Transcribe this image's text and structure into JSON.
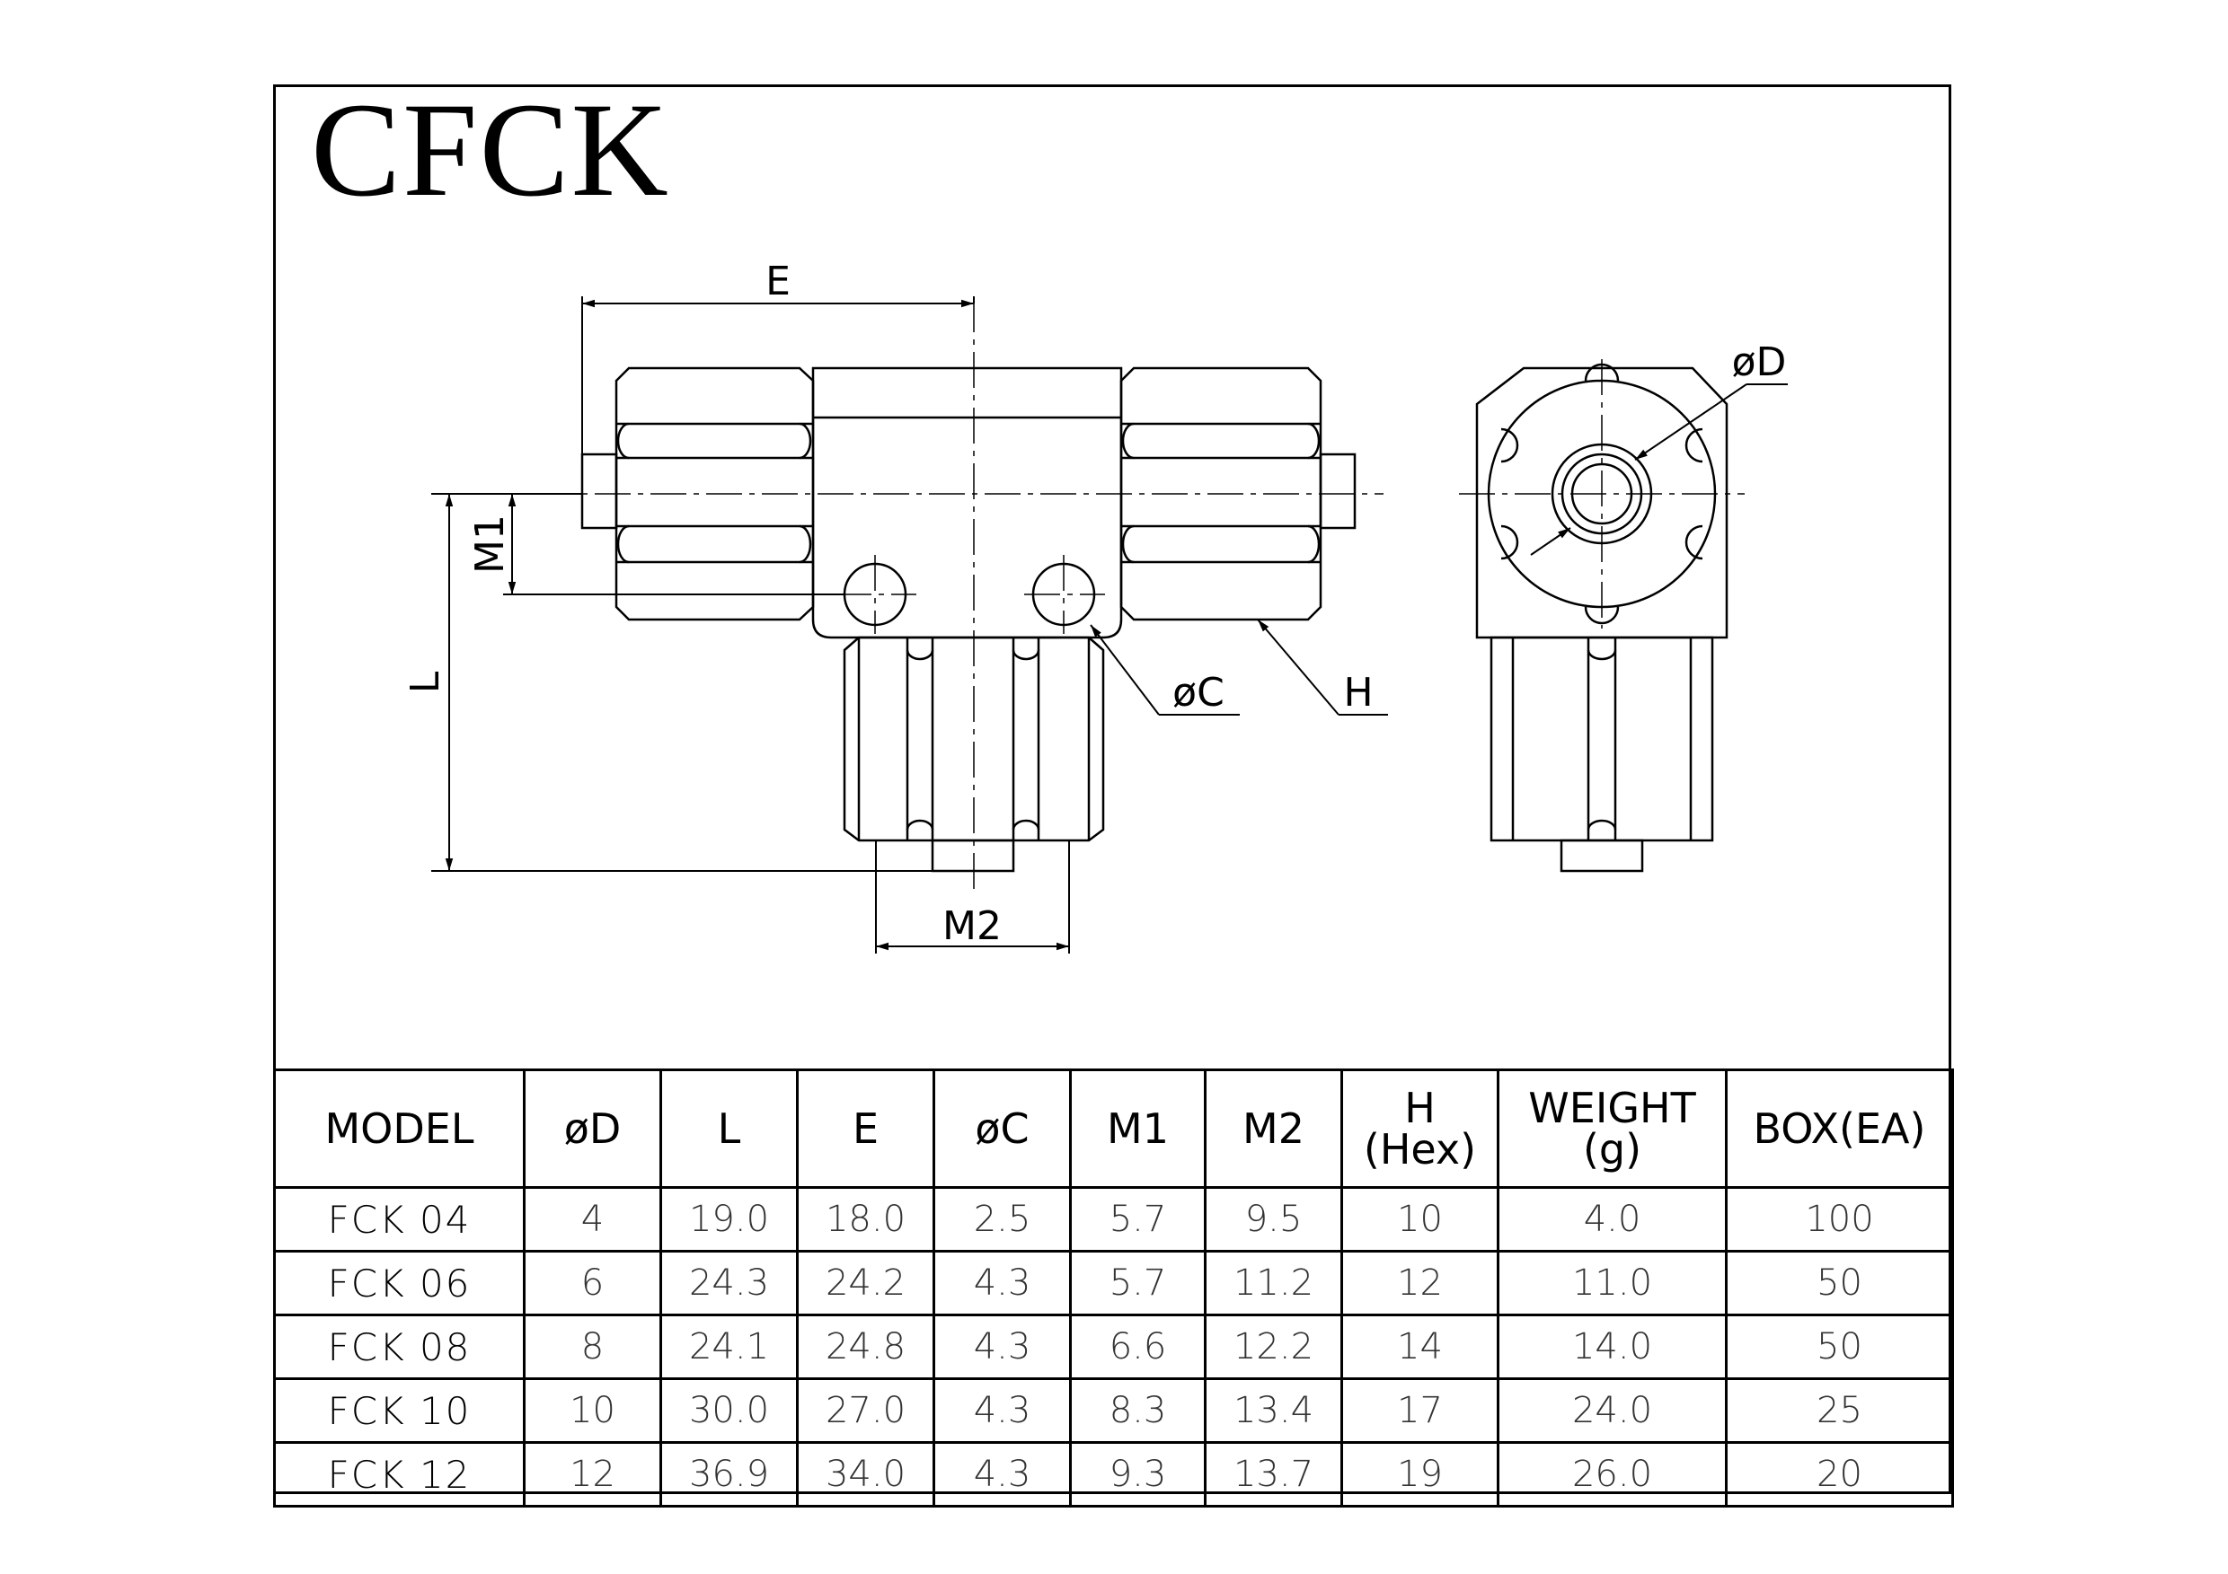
{
  "title": "CFCK",
  "dimension_labels": {
    "E": "E",
    "M1": "M1",
    "L": "L",
    "M2": "M2",
    "C": "øC",
    "H": "H",
    "D": "øD"
  },
  "table": {
    "headers": {
      "model": "MODEL",
      "d": "øD",
      "l": "L",
      "e": "E",
      "c": "øC",
      "m1": "M1",
      "m2": "M2",
      "h_line1": "H",
      "h_line2": "(Hex)",
      "weight_line1": "WEIGHT",
      "weight_line2": "(g)",
      "box": "BOX(EA)"
    },
    "rows": [
      {
        "model": "FCK  04",
        "d": "4",
        "l": "19.0",
        "e": "18.0",
        "c": "2.5",
        "m1": "5.7",
        "m2": "9.5",
        "h": "10",
        "weight": "4.0",
        "box": "100"
      },
      {
        "model": "FCK  06",
        "d": "6",
        "l": "24.3",
        "e": "24.2",
        "c": "4.3",
        "m1": "5.7",
        "m2": "11.2",
        "h": "12",
        "weight": "11.0",
        "box": "50"
      },
      {
        "model": "FCK  08",
        "d": "8",
        "l": "24.1",
        "e": "24.8",
        "c": "4.3",
        "m1": "6.6",
        "m2": "12.2",
        "h": "14",
        "weight": "14.0",
        "box": "50"
      },
      {
        "model": "FCK  10",
        "d": "10",
        "l": "30.0",
        "e": "27.0",
        "c": "4.3",
        "m1": "8.3",
        "m2": "13.4",
        "h": "17",
        "weight": "24.0",
        "box": "25"
      },
      {
        "model": "FCK  12",
        "d": "12",
        "l": "36.9",
        "e": "34.0",
        "c": "4.3",
        "m1": "9.3",
        "m2": "13.7",
        "h": "19",
        "weight": "26.0",
        "box": "20"
      }
    ]
  }
}
